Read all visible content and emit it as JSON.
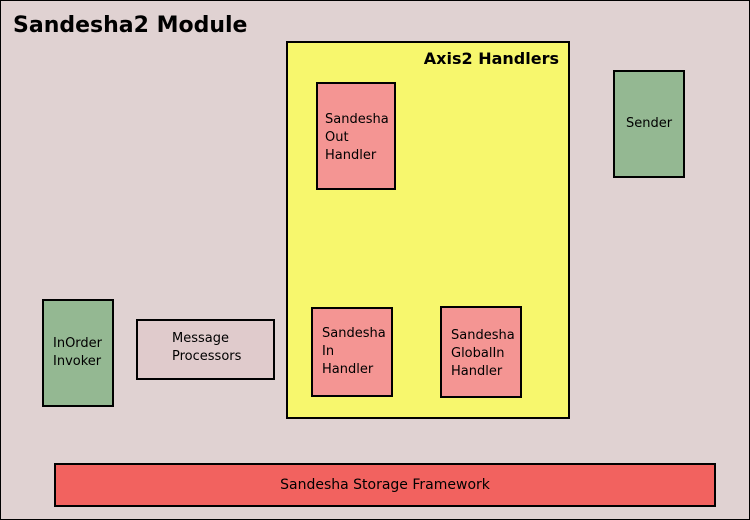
{
  "module": {
    "title": "Sandesha2 Module"
  },
  "axis2": {
    "title": "Axis2 Handlers",
    "out_handler": "Sandesha\nOut\nHandler",
    "in_handler": "Sandesha\nIn\nHandler",
    "globalin_handler": "Sandesha\nGlobalIn\nHandler"
  },
  "sender": "Sender",
  "inorder_invoker": "InOrder\nInvoker",
  "message_processors": "Message\nProcessors",
  "storage_framework": "Sandesha Storage Framework",
  "colors": {
    "module_bg": "#e0d2d2",
    "handlers_bg": "#f7f76d",
    "handler_box": "#f49593",
    "component_green": "#94b892",
    "processor_box": "#e0cbcc",
    "storage_bg": "#f2625f"
  }
}
